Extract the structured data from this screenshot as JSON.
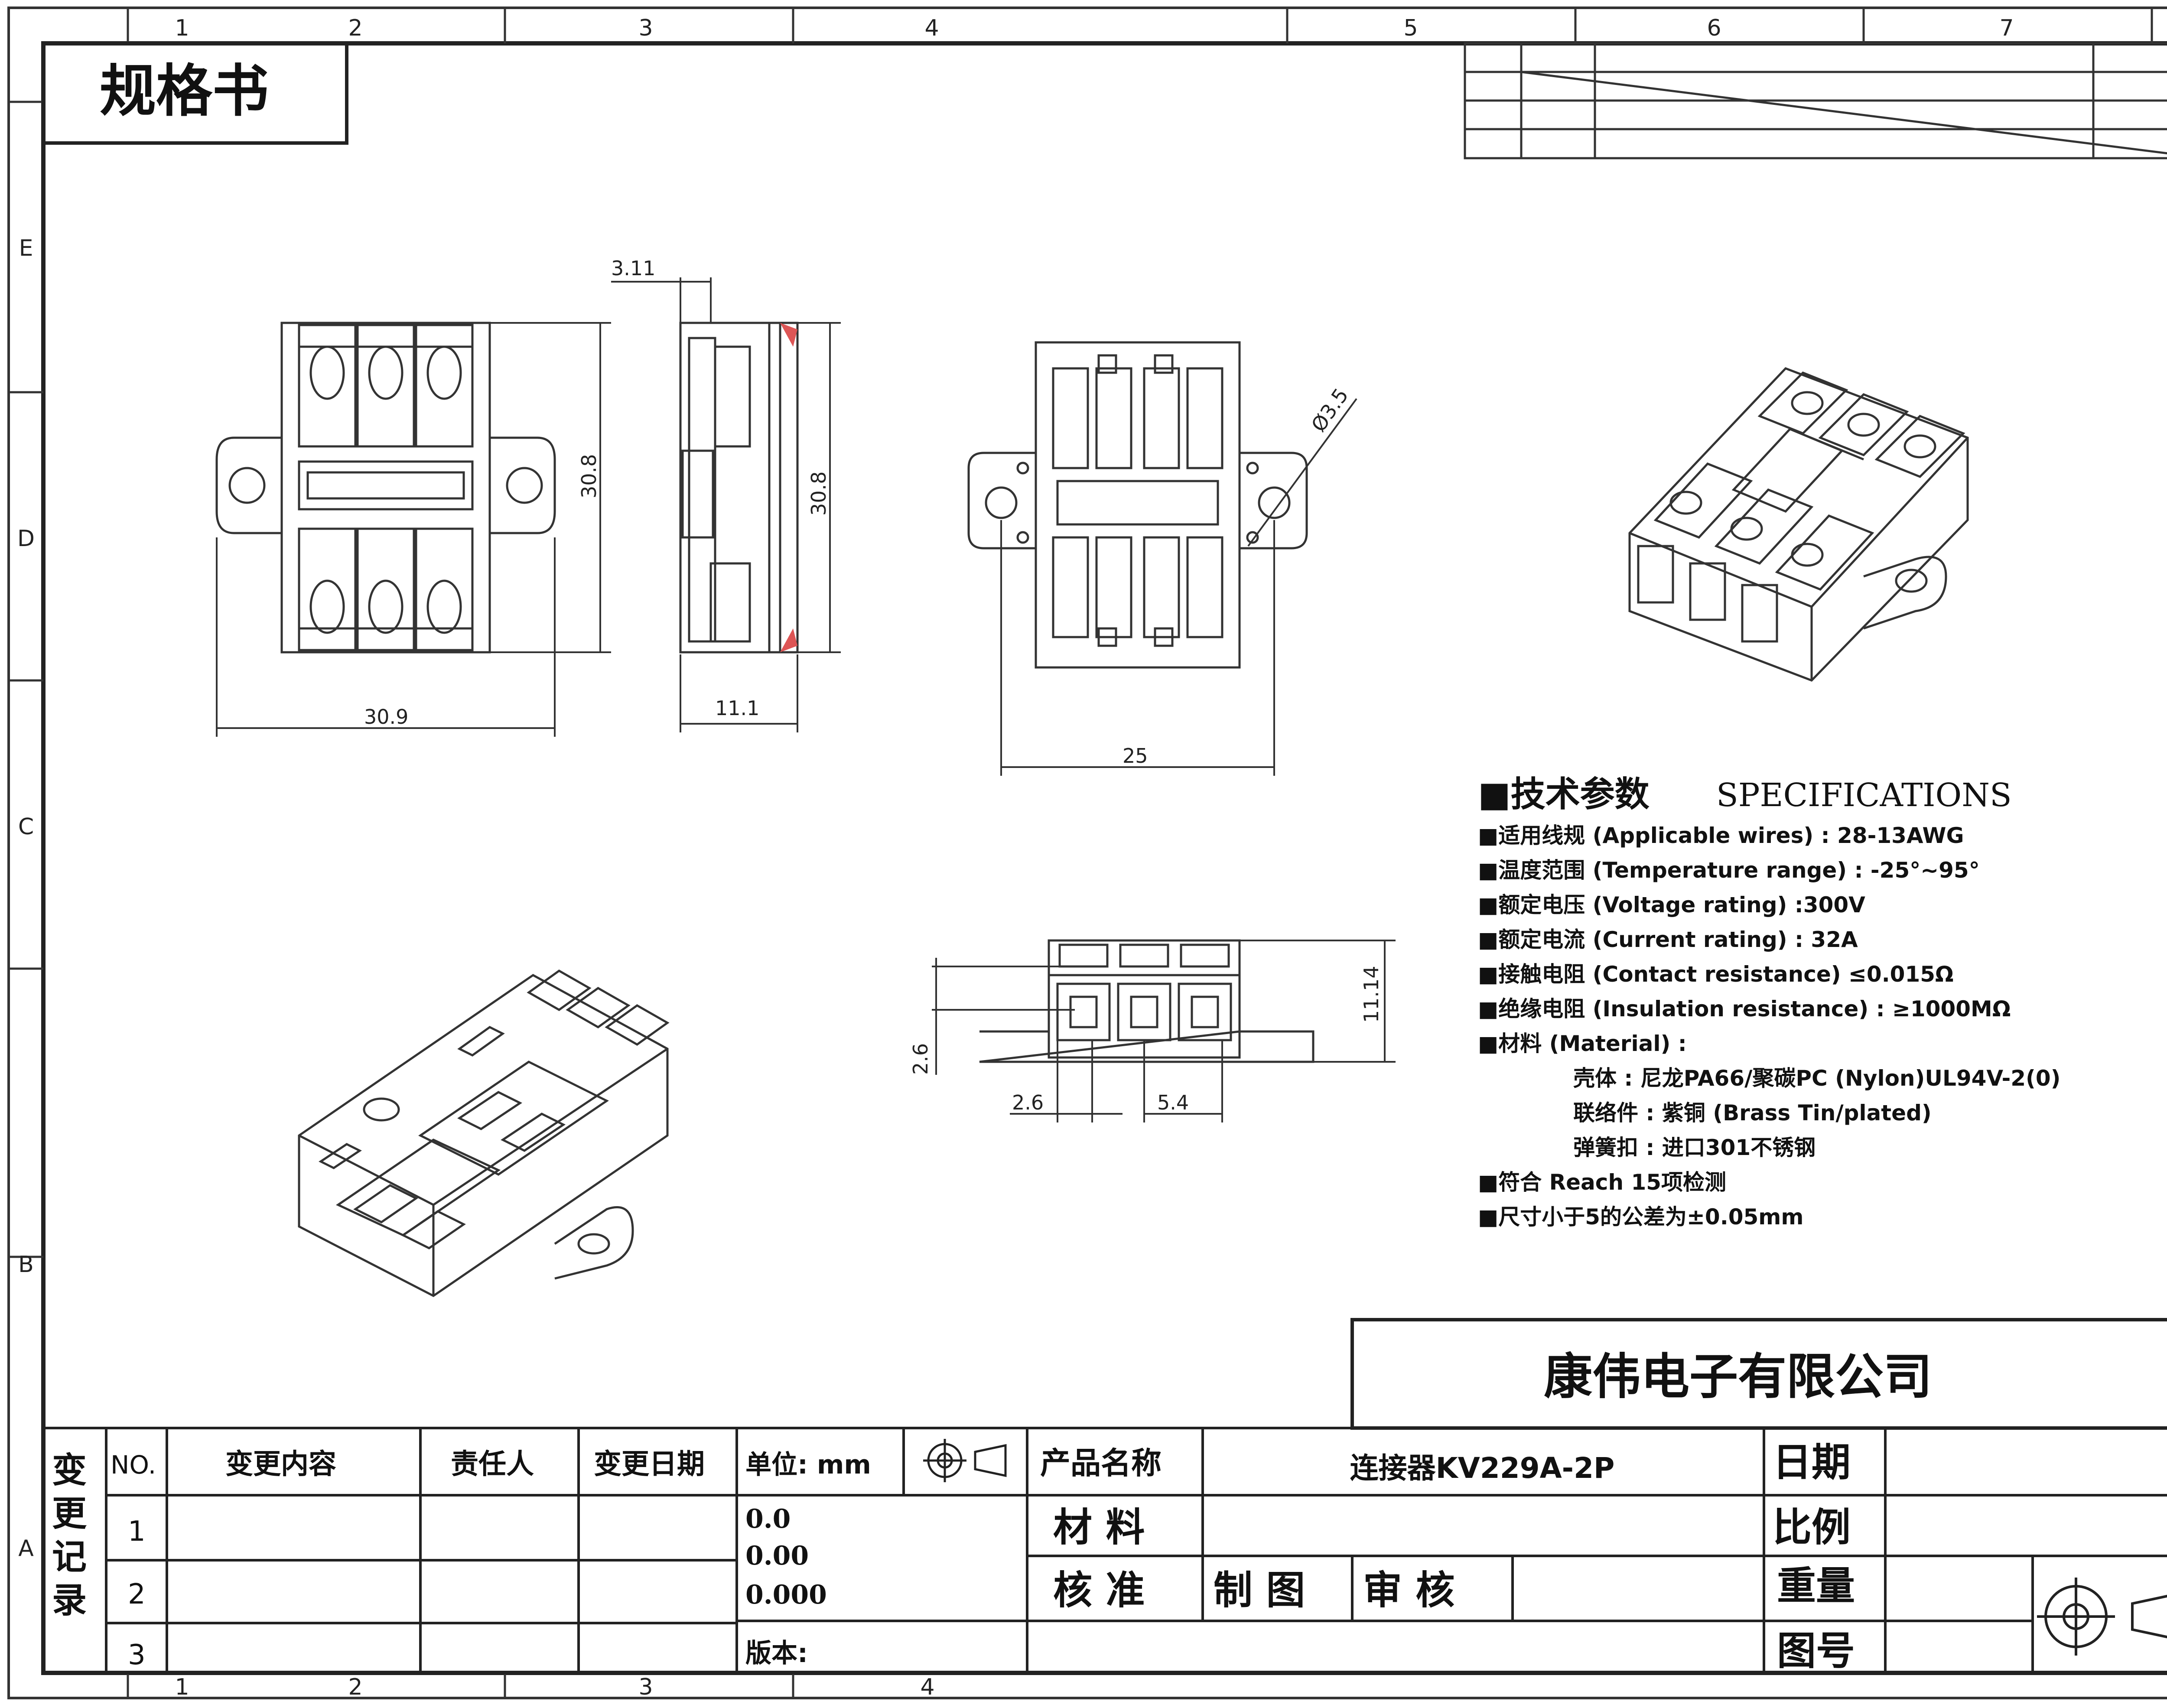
{
  "doc_title": "规格书",
  "zone_columns": [
    "1",
    "2",
    "3",
    "4",
    "5",
    "6",
    "7"
  ],
  "zone_columns_bottom": [
    "1",
    "2",
    "3",
    "4"
  ],
  "zone_rows": [
    "E",
    "D",
    "C",
    "B",
    "A"
  ],
  "dims": {
    "top_view_height": "30.8",
    "top_view_width": "30.9",
    "side_thickness": "3.11",
    "side_height": "30.8",
    "side_depth": "11.1",
    "bottom_hole": "Ø3.5",
    "bottom_width": "25",
    "front_height": "11.14",
    "front_offset": "2.6",
    "front_pitch_a": "2.6",
    "front_pitch_b": "5.4"
  },
  "specs": {
    "heading_cn": "■技术参数",
    "heading_en": "SPECIFICATIONS",
    "lines": [
      "■适用线规 (Applicable wires) : 28-13AWG",
      "■温度范围 (Temperature range) : -25°~95°",
      "■额定电压 (Voltage rating) :300V",
      "■额定电流 (Current rating) : 32A",
      "■接触电阻 (Contact resistance) ≤0.015Ω",
      "■绝缘电阻 (Insulation resistance) : ≥1000MΩ",
      "■材料 (Material) :",
      "壳体 : 尼龙PA66/聚碳PC (Nylon)UL94V-2(0)",
      "联络件 : 紫铜 (Brass Tin/plated)",
      "弹簧扣 : 进口301不锈钢",
      "■符合 Reach 15项检测",
      "■尺寸小于5的公差为±0.05mm"
    ]
  },
  "company": "康伟电子有限公司",
  "title_block": {
    "change_record": "变更记录",
    "col_no": "NO.",
    "col_content": "变更内容",
    "col_person": "责任人",
    "col_date": "变更日期",
    "rows": [
      "1",
      "2",
      "3"
    ],
    "unit_label": "单位: mm",
    "tolerances": [
      "0.0",
      "0.00",
      "0.000"
    ],
    "version_label": "版本:",
    "product_name_label": "产品名称",
    "product_name": "连接器KV229A-2P",
    "material_label": "材 料",
    "approve_label": "核 准",
    "draw_label": "制 图",
    "review_label": "审 核",
    "date_label": "日期",
    "scale_label": "比例",
    "weight_label": "重量",
    "drawing_no_label": "图号"
  }
}
